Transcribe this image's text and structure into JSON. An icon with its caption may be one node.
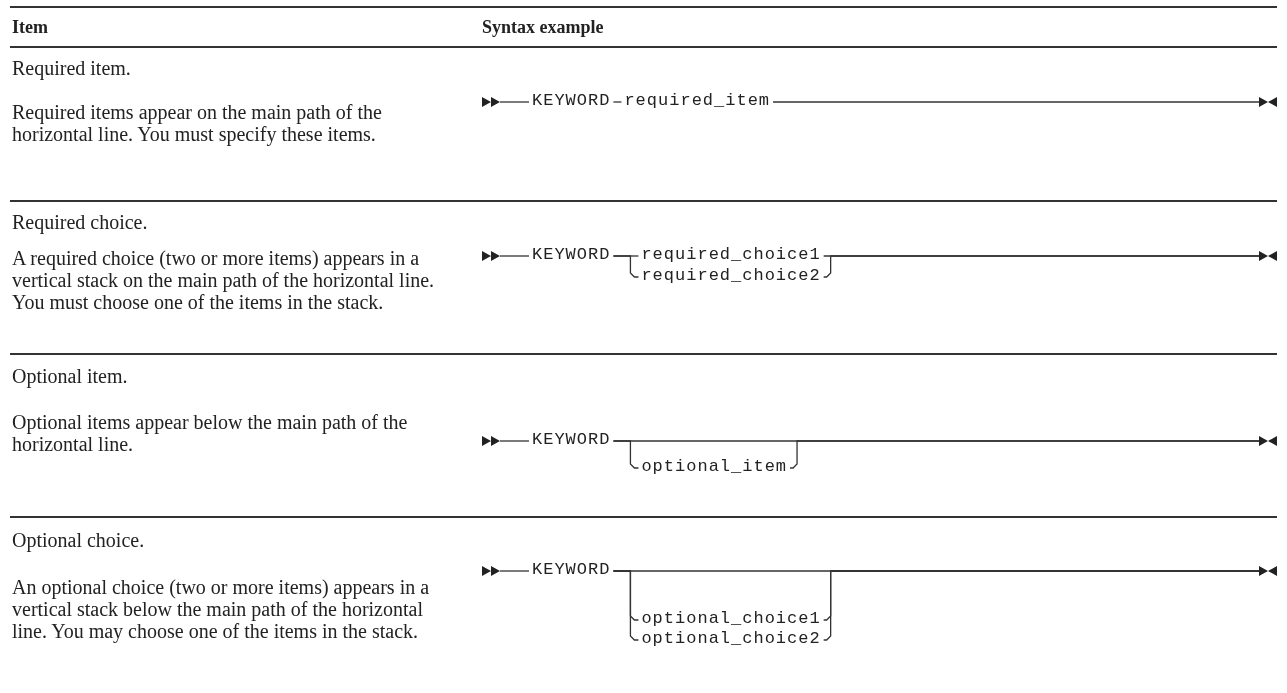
{
  "diagram": {
    "nodes": [
      {
        "text": [
          "KEYWORD"
        ]
      },
      {
        "text": [
          "required_item"
        ]
      },
      {
        "text": [
          "KEYWORD"
        ]
      },
      {
        "text": [
          "required_choice1"
        ]
      },
      {
        "text": [
          "required_choice2"
        ]
      },
      {
        "text": [
          "KEYWORD"
        ]
      },
      {
        "text": [
          "optional_item"
        ]
      },
      {
        "text": [
          "KEYWORD"
        ]
      },
      {
        "text": [
          "optional_choice1"
        ]
      },
      {
        "text": [
          "optional_choice2"
        ]
      }
    ],
    "edges": [
      {
        "from": null,
        "to": 0,
        "arrow": "none"
      },
      {
        "from": 0,
        "to": 1,
        "arrow": "none"
      },
      {
        "from": 1,
        "to": null,
        "arrow": "none"
      },
      {
        "from": null,
        "to": 2,
        "arrow": "none"
      },
      {
        "from": 2,
        "to": 3,
        "arrow": "none"
      },
      {
        "from": 2,
        "to": 4,
        "arrow": "none"
      },
      {
        "from": 3,
        "to": null,
        "arrow": "none"
      },
      {
        "from": 4,
        "to": null,
        "arrow": "none"
      },
      {
        "from": null,
        "to": 5,
        "arrow": "none"
      },
      {
        "from": 5,
        "to": 6,
        "arrow": "none"
      },
      {
        "from": 5,
        "to": null,
        "arrow": "none"
      },
      {
        "from": 6,
        "to": null,
        "arrow": "none"
      },
      {
        "from": null,
        "to": 7,
        "arrow": "none"
      },
      {
        "from": 7,
        "to": 8,
        "arrow": "none"
      },
      {
        "from": 7,
        "to": 9,
        "arrow": "none"
      },
      {
        "from": 7,
        "to": null,
        "arrow": "none"
      },
      {
        "from": 8,
        "to": null,
        "arrow": "none"
      },
      {
        "from": 9,
        "to": null,
        "arrow": "none"
      }
    ],
    "labels": [
      "Item",
      "Syntax example",
      "Required item.",
      "Required items appear on the main path of the horizontal line. You must specify these items.",
      "Required choice.",
      "A required choice (two or more items) appears in a vertical stack on the main path of the horizontal line. You must choose one of the items in the stack.",
      "Optional item.",
      "Optional items appear below the main path of the horizontal line.",
      "Optional choice.",
      "An optional choice (two or more items) appears in a vertical stack below the main path of the horizontal line. You may choose one of the items in the stack."
    ]
  }
}
